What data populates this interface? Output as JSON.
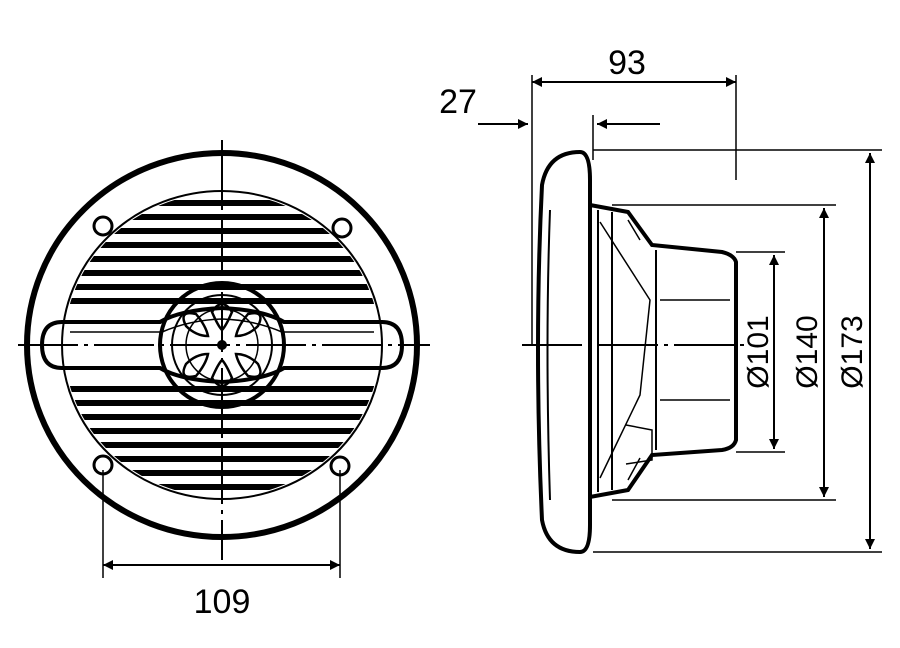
{
  "dimensions": {
    "bolt_spacing": "109",
    "mount_depth": "93",
    "flange_thickness": "27",
    "dia_101": "Ø101",
    "dia_140": "Ø140",
    "dia_173": "Ø173"
  },
  "colors": {
    "line": "#000000",
    "background": "#ffffff"
  }
}
